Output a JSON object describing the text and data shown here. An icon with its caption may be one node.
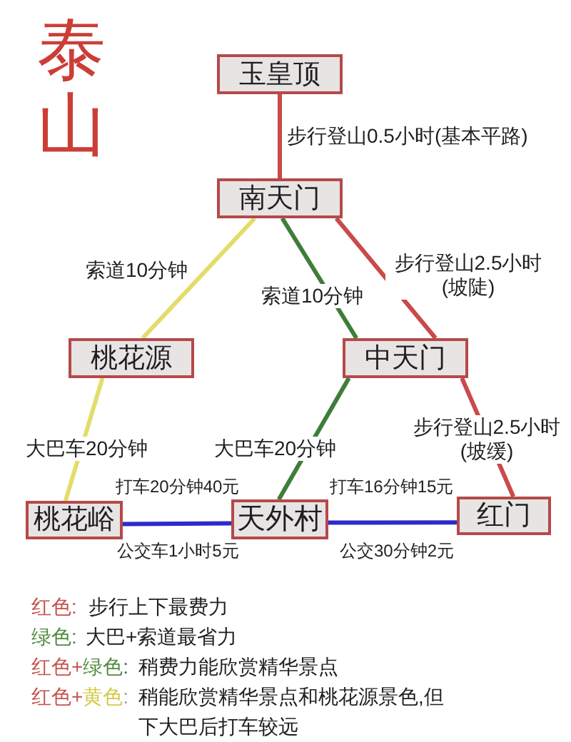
{
  "diagram": {
    "title": "泰山",
    "nodes": [
      {
        "text": [
          "玉皇顶"
        ]
      },
      {
        "text": [
          "南天门"
        ]
      },
      {
        "text": [
          "桃花源"
        ]
      },
      {
        "text": [
          "中天门"
        ]
      },
      {
        "text": [
          "桃花峪"
        ]
      },
      {
        "text": [
          "天外村"
        ]
      },
      {
        "text": [
          "红门"
        ]
      }
    ],
    "edges": [
      {
        "from": 0,
        "to": 1,
        "arrow": "none",
        "label": "步行登山0.5小时(基本平路)"
      },
      {
        "from": 1,
        "to": 2,
        "arrow": "none",
        "label": "索道10分钟",
        "color": "#e4dc6a"
      },
      {
        "from": 1,
        "to": 3,
        "arrow": "none",
        "label": "索道10分钟",
        "color": "#3f7d3a"
      },
      {
        "from": 1,
        "to": 3,
        "arrow": "none",
        "label": "步行登山2.5小时 (坡陡)"
      },
      {
        "from": 2,
        "to": 4,
        "arrow": "none",
        "label": "大巴车20分钟",
        "color": "#e4dc6a"
      },
      {
        "from": 3,
        "to": 5,
        "arrow": "none",
        "label": "大巴车20分钟",
        "color": "#3f7d3a"
      },
      {
        "from": 3,
        "to": 6,
        "arrow": "none",
        "label": "步行登山2.5小时 (坡缓)"
      },
      {
        "from": 4,
        "to": 5,
        "arrow": "none",
        "label": "打车20分钟40元",
        "color": "#2b2bcc"
      },
      {
        "from": 5,
        "to": 6,
        "arrow": "none",
        "label": "打车16分钟15元",
        "color": "#2b2bcc"
      }
    ],
    "labels": [
      "公交车1小时5元",
      "公交30分钟2元",
      "红色:",
      "步行上下最费力",
      "绿色:",
      "大巴+索道最省力",
      "红色+绿色:",
      "稍费力能欣赏精华景点",
      "红色+黄色:",
      "稍能欣赏精华景点和桃花源景色,但下大巴后打车较远"
    ]
  }
}
